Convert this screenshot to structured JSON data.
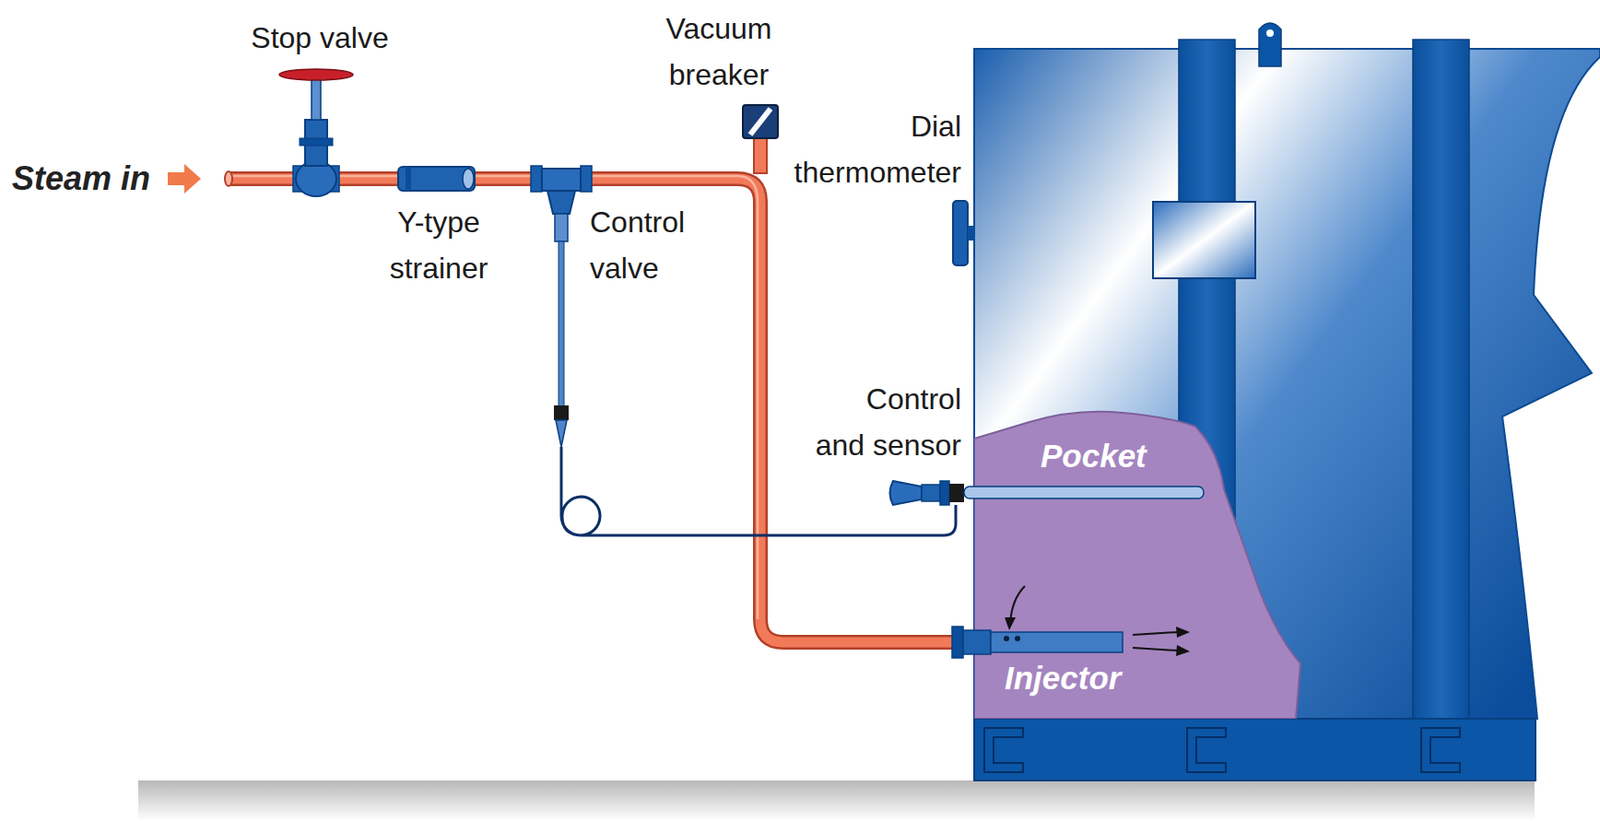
{
  "diagram": {
    "nodes": [
      {
        "text": [
          "Pocket",
          "Injector"
        ]
      }
    ],
    "labels": [
      "Steam in",
      "Stop valve",
      "Y-type strainer",
      "Control valve",
      "Vacuum breaker",
      "Dial thermometer",
      "Control and sensor"
    ]
  }
}
